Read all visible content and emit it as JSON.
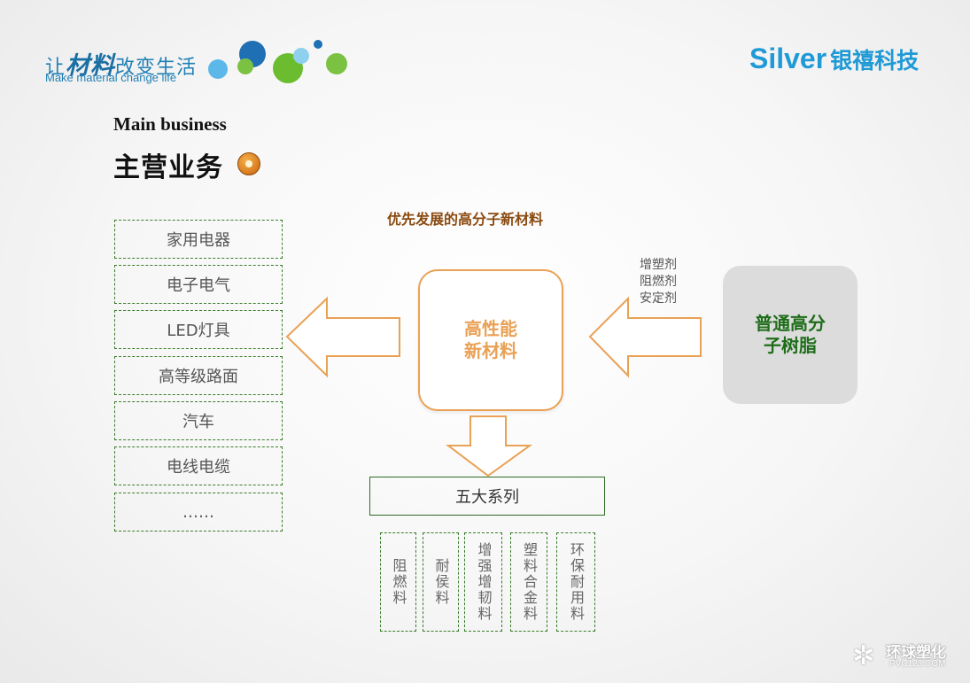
{
  "header": {
    "slogan_part1": "让",
    "slogan_bold": "材料",
    "slogan_part2": "改变生活",
    "slogan_en": "Make material change life",
    "brand_en": "Silver",
    "brand_cn": "银禧科技"
  },
  "titles": {
    "en": "Main business",
    "cn": "主营业务"
  },
  "priority_label": "优先发展的高分子新材料",
  "applications": [
    "家用电器",
    "电子电气",
    "LED灯具",
    "高等级路面",
    "汽车",
    "电线电缆",
    "……"
  ],
  "center": {
    "line1": "高性能",
    "line2": "新材料"
  },
  "additives": [
    "增塑剂",
    "阻燃剂",
    "安定剂"
  ],
  "resin": {
    "line1": "普通高分",
    "line2": "子树脂"
  },
  "series_label": "五大系列",
  "series_items": [
    "阻燃料",
    "耐侯料",
    "增强增韧料",
    "塑料合金料",
    "环保耐用料"
  ],
  "watermark": {
    "cn": "环球塑化",
    "en": "PVC123.COM"
  },
  "colors": {
    "accent_orange": "#e9a155",
    "green_border": "#3a7d2a",
    "brand_blue": "#1f9ad6",
    "resin_text": "#1e6d19"
  }
}
